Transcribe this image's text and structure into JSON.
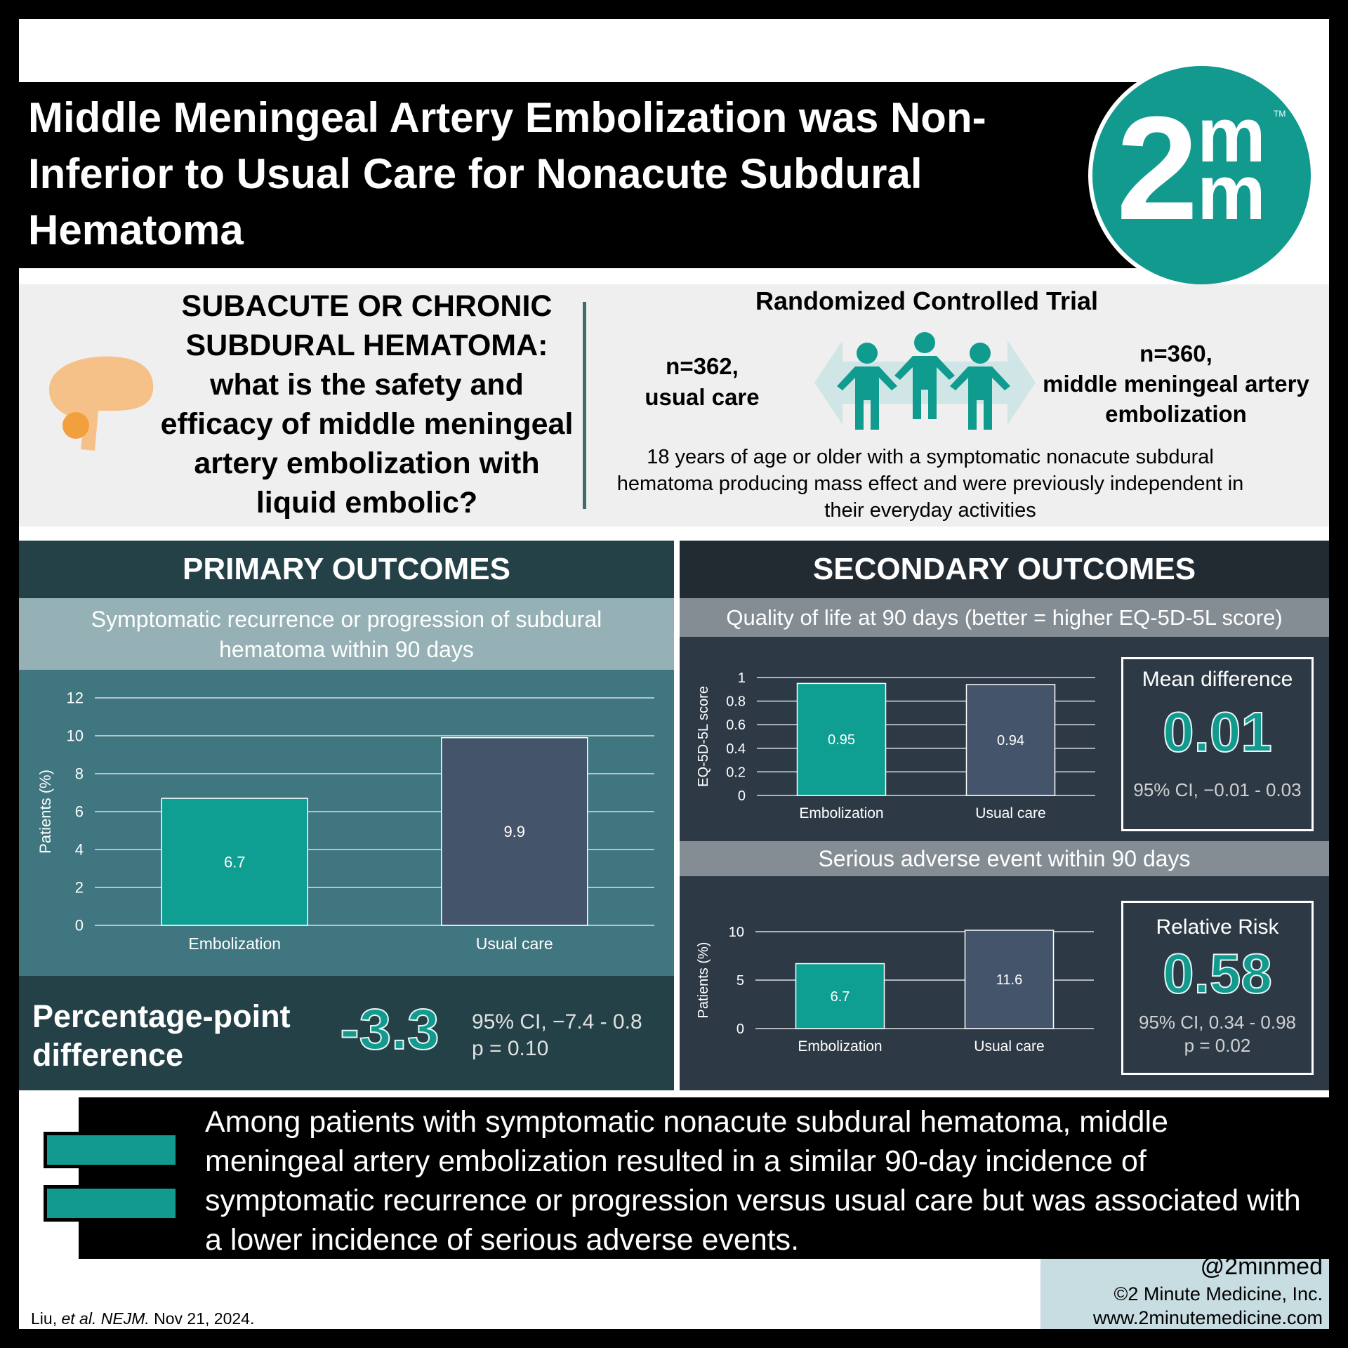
{
  "title": "Middle Meningeal Artery Embolization was Non-Inferior to Usual Care for Nonacute Subdural Hematoma",
  "logo": {
    "numeral": "2",
    "letter_top": "m",
    "letter_bottom": "m",
    "trademark": "TM",
    "color": "#129a8e"
  },
  "intro": {
    "question": "SUBACUTE OR CHRONIC SUBDURAL HEMATOMA: what is the safety and efficacy of middle meningeal artery embolization with liquid embolic?",
    "brain_icon": "brain-icon",
    "trial_type": "Randomized Controlled Trial",
    "left_group": {
      "n": "n=362,",
      "label": "usual care"
    },
    "right_group": {
      "n": "n=360,",
      "label": "middle meningeal artery embolization"
    },
    "people_icon": "people-group-icon",
    "population": "18 years of age or older with a symptomatic nonacute subdural hematoma producing mass effect and were previously independent in their everyday activities"
  },
  "primary": {
    "heading": "PRIMARY OUTCOMES",
    "subtitle": "Symptomatic recurrence or progression of subdural hematoma within 90 days",
    "difference_label": "Percentage-point difference",
    "difference_value": "-3.3",
    "ci": "95% CI,  −7.4 - 0.8",
    "p": "p = 0.10"
  },
  "secondary": {
    "heading": "SECONDARY OUTCOMES",
    "qol_subtitle": "Quality of life at 90 days (better = higher EQ-5D-5L score)",
    "qol_stat": {
      "label": "Mean difference",
      "value": "0.01",
      "ci": "95% CI, −0.01 - 0.03"
    },
    "sae_subtitle": "Serious adverse event within 90 days",
    "sae_stat": {
      "label": "Relative Risk",
      "value": "0.58",
      "ci": "95% CI, 0.34 - 0.98",
      "p": "p = 0.02"
    }
  },
  "chart_data": [
    {
      "type": "bar",
      "categories": [
        "Embolization",
        "Usual care"
      ],
      "values": [
        6.7,
        9.9
      ],
      "data_labels": [
        "6.7",
        "9.9"
      ],
      "ylabel": "Patients (%)",
      "ylim": [
        0,
        12
      ],
      "yticks": [
        0,
        2,
        4,
        6,
        8,
        10,
        12
      ],
      "colors": [
        "#0e9e92",
        "#44546a"
      ],
      "grid": true
    },
    {
      "type": "bar",
      "categories": [
        "Embolization",
        "Usual care"
      ],
      "values": [
        0.95,
        0.94
      ],
      "data_labels": [
        "0.95",
        "0.94"
      ],
      "ylabel": "EQ-5D-5L score",
      "ylim": [
        0,
        1
      ],
      "yticks": [
        "0",
        "0.2",
        "0.4",
        "0.6",
        "0.8",
        "1"
      ],
      "colors": [
        "#0e9e92",
        "#44546a"
      ],
      "grid": true
    },
    {
      "type": "bar",
      "categories": [
        "Embolization",
        "Usual care"
      ],
      "values": [
        6.7,
        11.6
      ],
      "data_labels": [
        "6.7",
        "11.6"
      ],
      "ylabel": "Patients (%)",
      "ylim": [
        0,
        10
      ],
      "yticks": [
        0,
        5,
        10
      ],
      "colors": [
        "#0e9e92",
        "#44546a"
      ],
      "grid": true
    }
  ],
  "conclusion": "Among patients with symptomatic nonacute subdural hematoma, middle meningeal artery embolization resulted in a similar 90-day incidence of symptomatic recurrence or progression versus usual care but was associated with a lower incidence of serious adverse events.",
  "footer": {
    "handle": "@2minmed",
    "copyright": "©2 Minute Medicine, Inc.",
    "website": "www.2minutemedicine.com",
    "citation": {
      "authors": "Liu,",
      "etal": "et al.",
      "journal": "NEJM.",
      "date": "Nov 21, 2024."
    }
  }
}
